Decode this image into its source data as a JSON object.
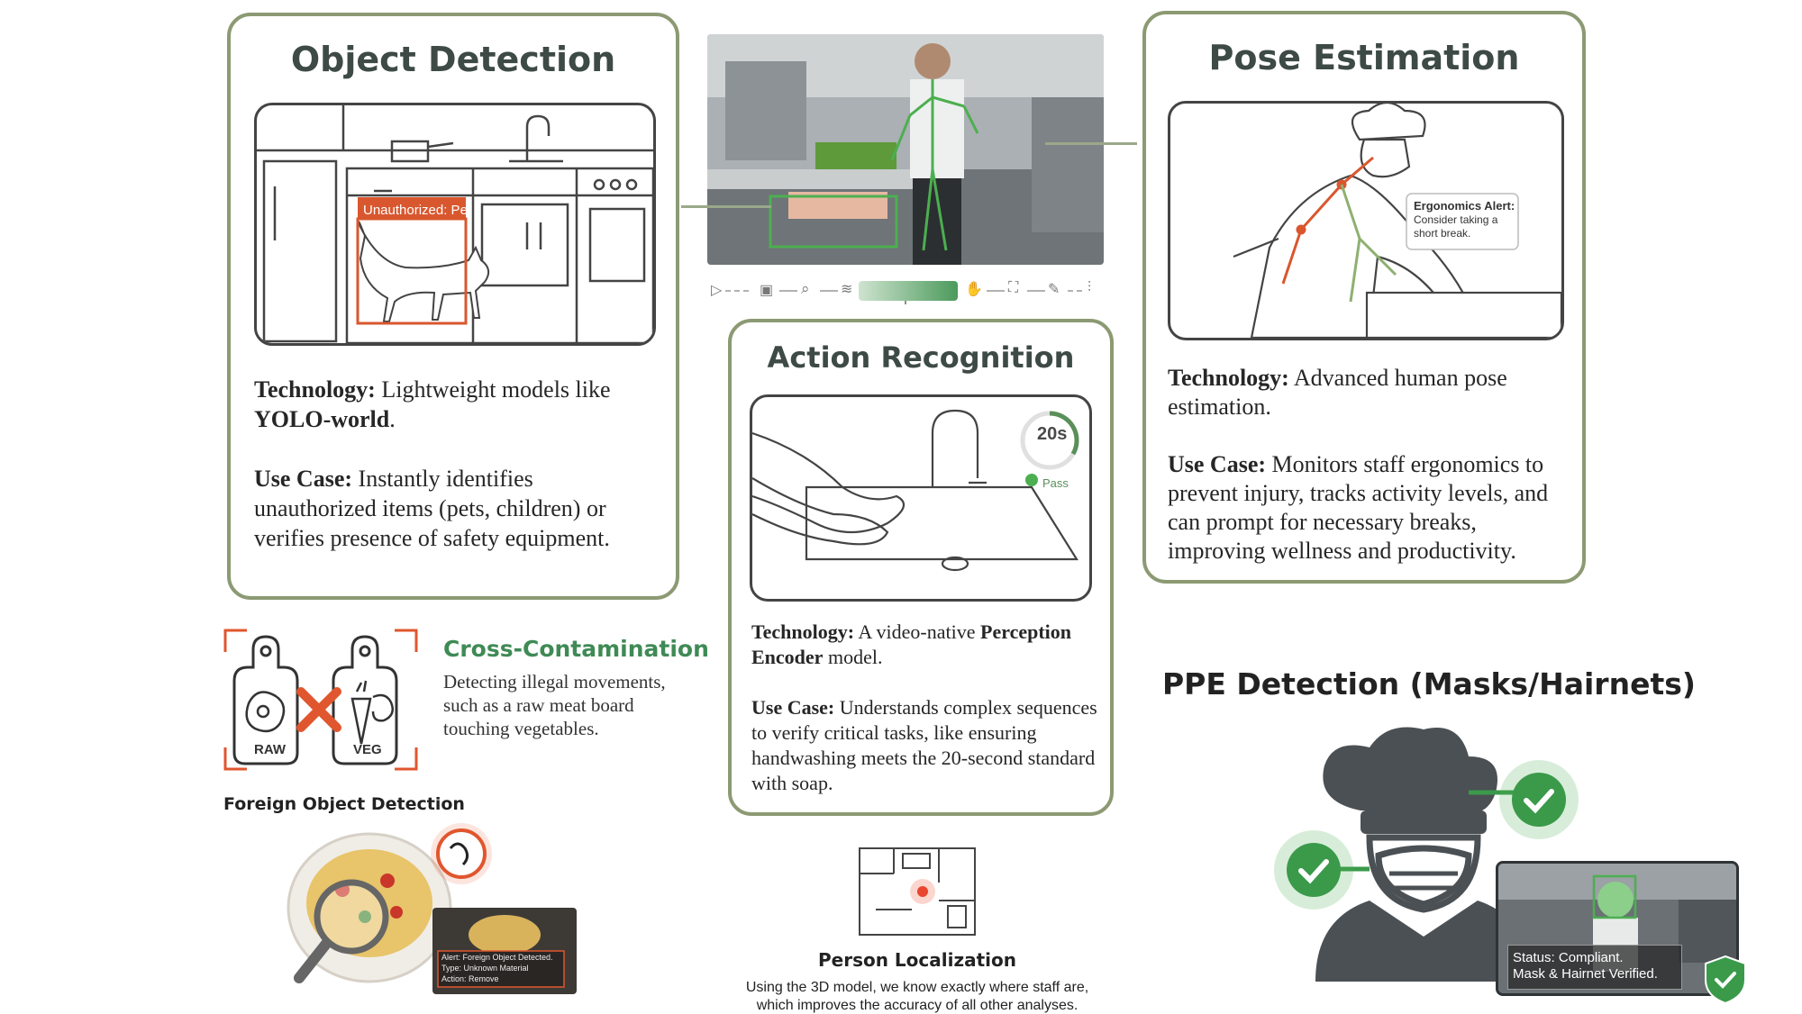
{
  "object_detection": {
    "title": "Object Detection",
    "bbox_label": "Unauthorized: Pet",
    "tech_label": "Technology:",
    "tech_text_a": " Lightweight models like ",
    "tech_bold": "YOLO-world",
    "tech_text_b": ".",
    "use_label": "Use Case:",
    "use_text": " Instantly identifies unauthorized items (pets, children) or verifies presence of safety equipment."
  },
  "pose_estimation": {
    "title": "Pose Estimation",
    "alert_title": "Ergonomics Alert:",
    "alert_text": "Consider taking a short break.",
    "tech_label": "Technology:",
    "tech_text": " Advanced human pose estimation.",
    "use_label": "Use Case:",
    "use_text": " Monitors staff ergonomics to prevent injury, tracks activity levels, and can prompt for necessary breaks, improving wellness and productivity."
  },
  "action_recognition": {
    "title": "Action Recognition",
    "timer": "20s",
    "pass": "Pass",
    "tech_label": "Technology:",
    "tech_text_a": " A video-native ",
    "tech_bold": "Perception Encoder",
    "tech_text_b": " model.",
    "use_label": "Use Case:",
    "use_text": " Understands complex sequences to verify critical tasks, like ensuring handwashing meets the 20-second standard with soap."
  },
  "cross_contamination": {
    "title": "Cross-Contamination",
    "text": "Detecting illegal movements, such as a raw meat board touching vegetables.",
    "raw_label": "RAW",
    "veg_label": "VEG"
  },
  "foreign_object": {
    "title": "Foreign Object Detection",
    "alert_line1": "Alert: Foreign Object Detected.",
    "alert_line2": "Type: Unknown Material",
    "alert_line3": "Action: Remove"
  },
  "ppe": {
    "title": "PPE Detection (Masks/Hairnets)",
    "status_line1": "Status: Compliant.",
    "status_line2": "Mask & Hairnet Verified."
  },
  "person_localization": {
    "title": "Person Localization",
    "text_line1": "Using the 3D model, we know exactly where staff are,",
    "text_line2": "which improves the accuracy of all other analyses."
  },
  "colors": {
    "card_border": "#8c9a73",
    "title_text": "#3d4a46",
    "alert_orange": "#d9572e",
    "green_accent": "#3a9a4a",
    "cross_title": "#3f8a55"
  },
  "icons": [
    "play-icon",
    "calendar-icon",
    "zoom-icon",
    "layers-icon",
    "hand-icon",
    "frame-icon",
    "pen-icon",
    "waveform-icon"
  ]
}
